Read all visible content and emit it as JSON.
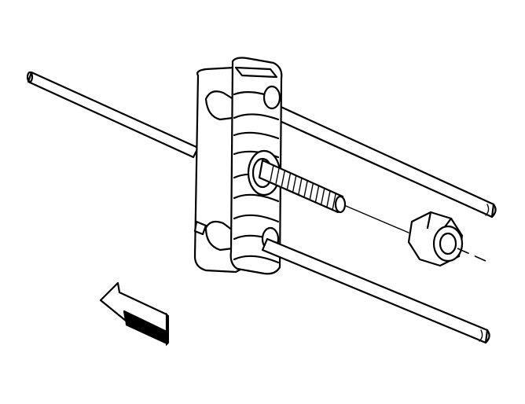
{
  "diagram": {
    "colors": {
      "stroke": "#000000",
      "background": "#ffffff"
    },
    "components": [
      {
        "id": "upper-rod",
        "icon": "rod"
      },
      {
        "id": "lower-rod",
        "icon": "rod"
      },
      {
        "id": "bracket",
        "icon": "mounting-bracket"
      },
      {
        "id": "threaded-stud",
        "icon": "threaded-stud"
      },
      {
        "id": "flange-nut",
        "icon": "hex-flange-nut"
      },
      {
        "id": "direction-arrow",
        "icon": "arrow-icon"
      }
    ]
  }
}
